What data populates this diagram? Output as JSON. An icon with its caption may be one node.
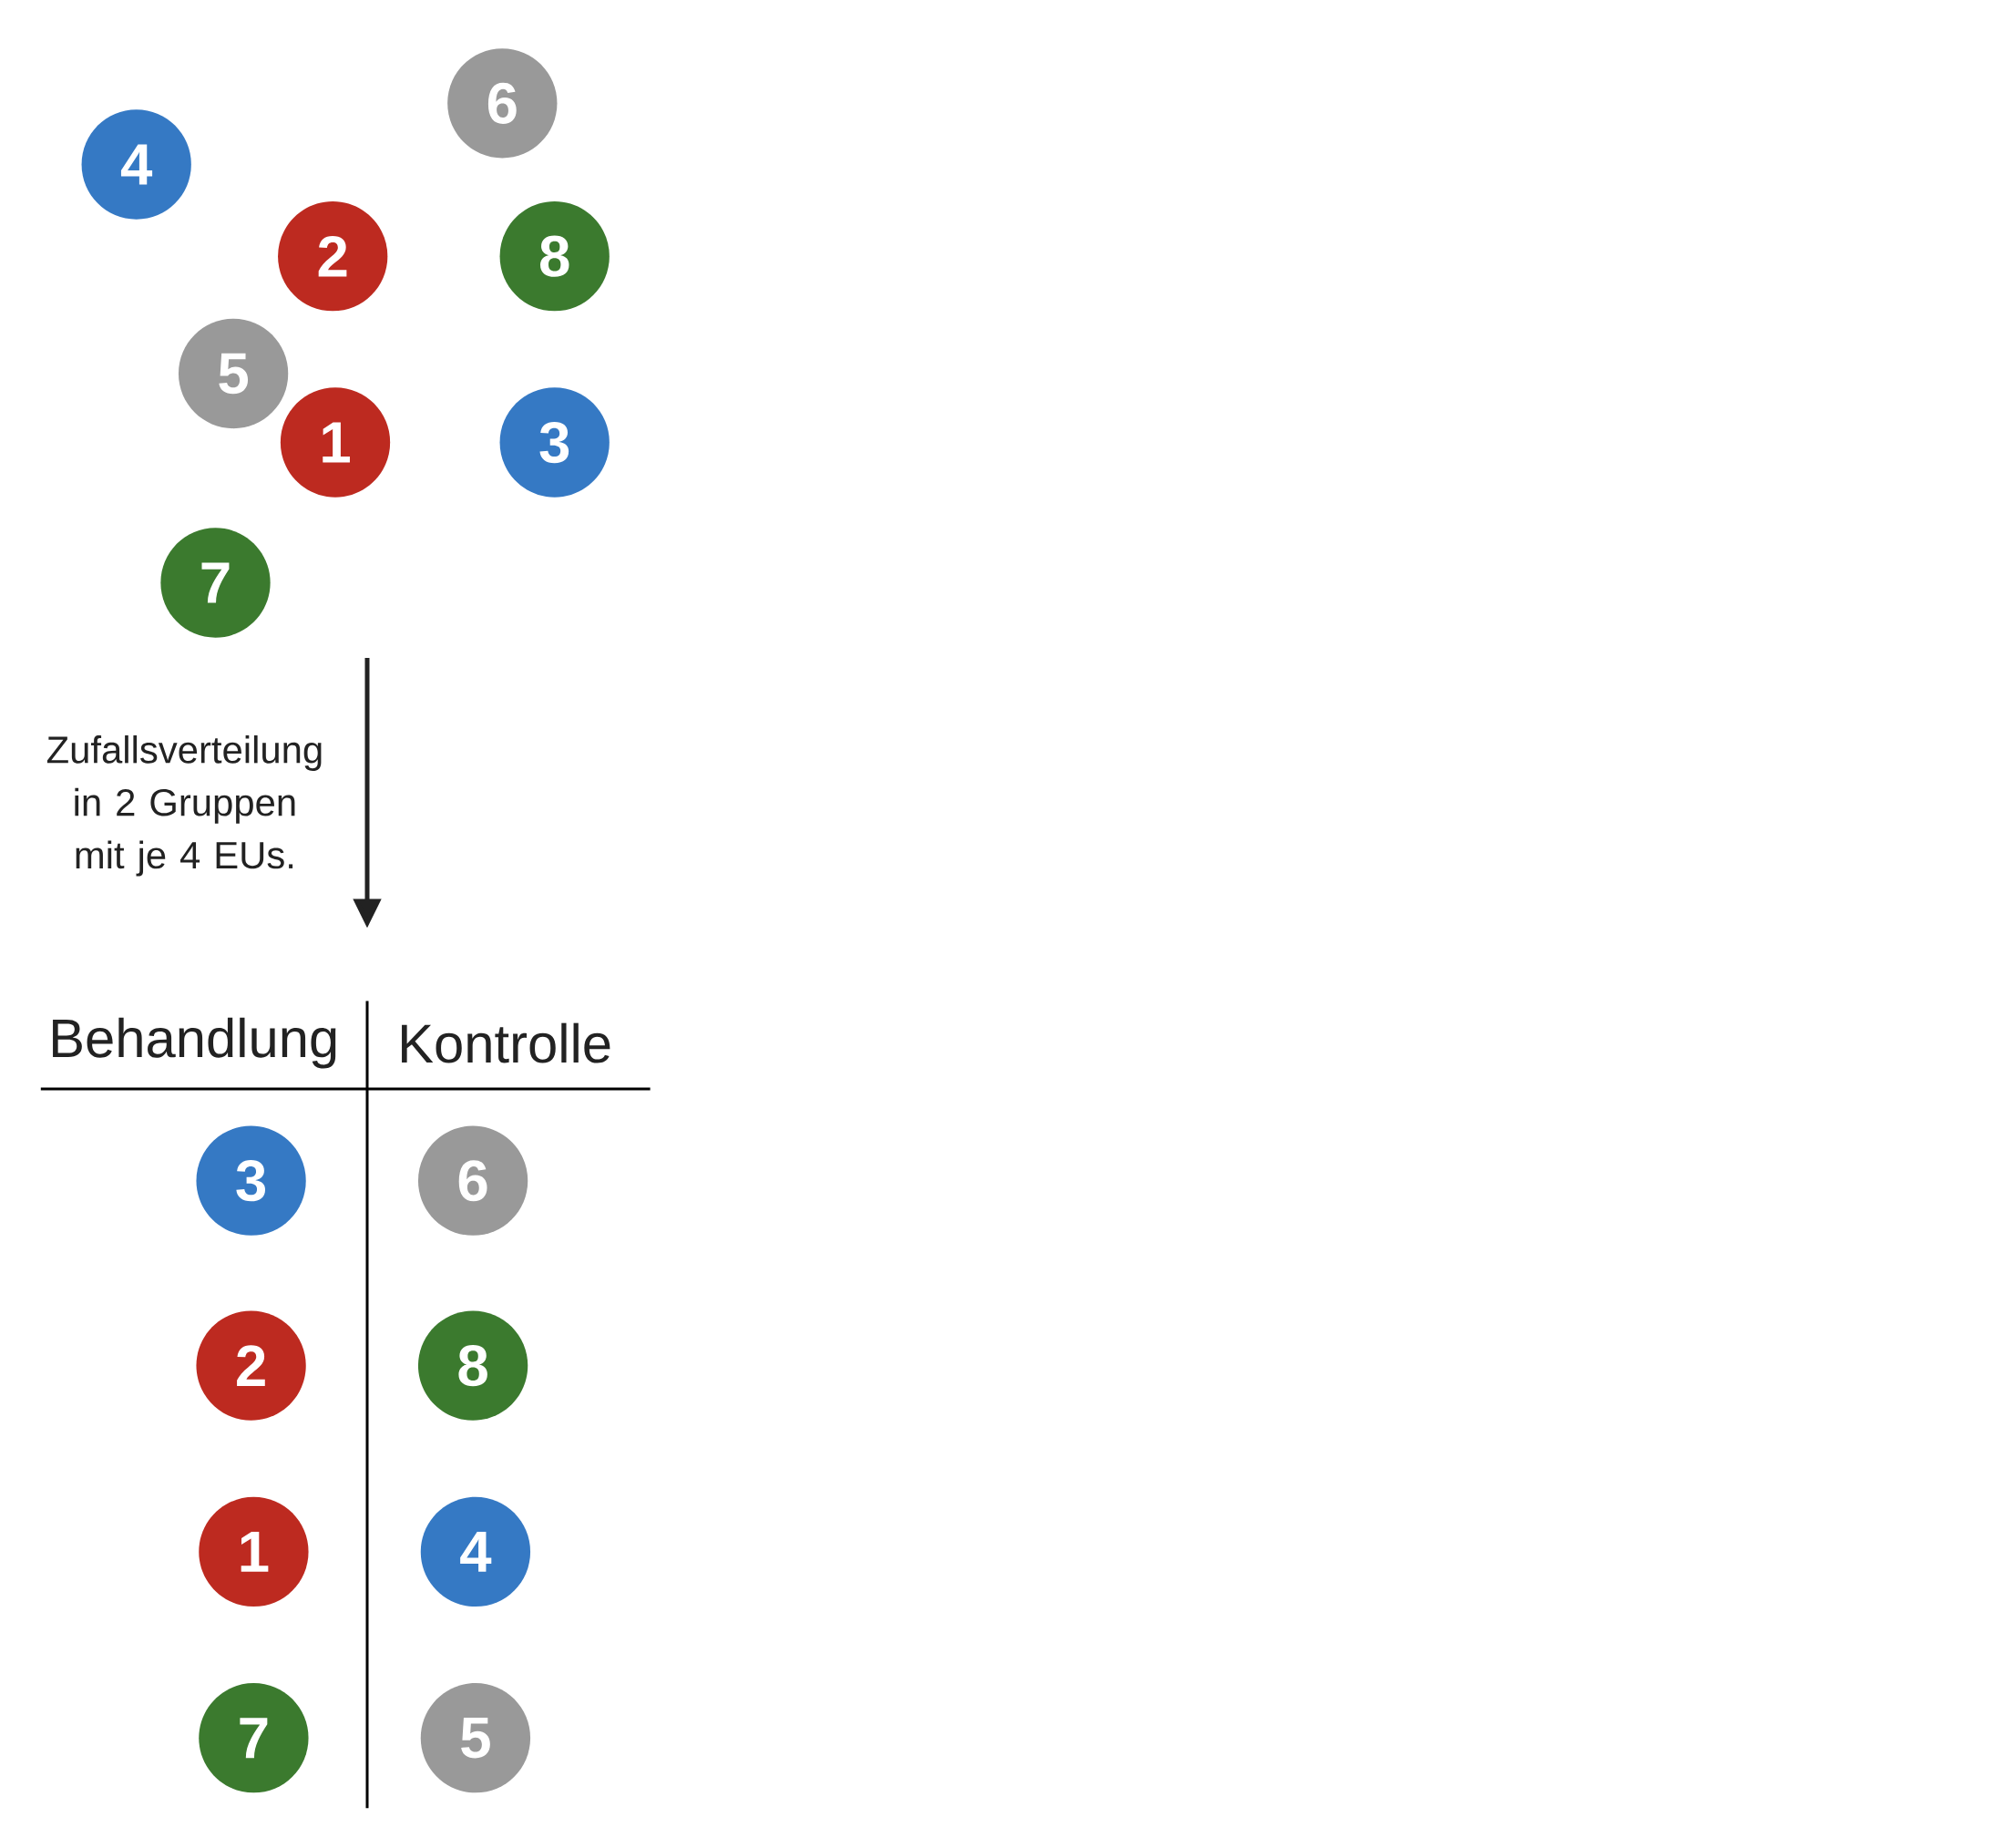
{
  "diagram": {
    "nodes": [
      {
        "text": [
          "4"
        ]
      },
      {
        "text": [
          "6"
        ]
      },
      {
        "text": [
          "2"
        ]
      },
      {
        "text": [
          "8"
        ]
      },
      {
        "text": [
          "5"
        ]
      },
      {
        "text": [
          "1"
        ]
      },
      {
        "text": [
          "3"
        ]
      },
      {
        "text": [
          "7"
        ]
      },
      {
        "text": [
          "3"
        ]
      },
      {
        "text": [
          "6"
        ]
      },
      {
        "text": [
          "2"
        ]
      },
      {
        "text": [
          "8"
        ]
      },
      {
        "text": [
          "1"
        ]
      },
      {
        "text": [
          "4"
        ]
      },
      {
        "text": [
          "7"
        ]
      },
      {
        "text": [
          "5"
        ]
      }
    ],
    "labels": [
      "Zufallsverteilung in 2 Gruppen mit je 4 EUs.",
      "Behandlung",
      "Kontrolle"
    ]
  }
}
